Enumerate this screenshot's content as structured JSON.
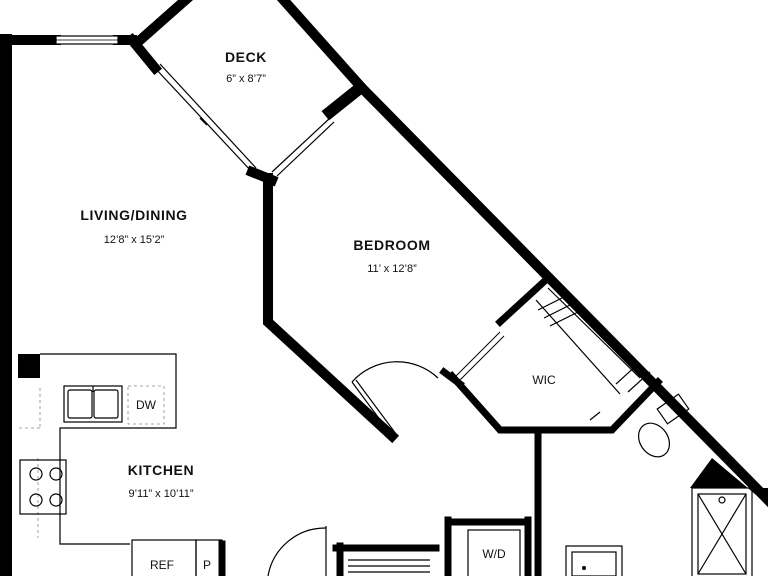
{
  "rooms": {
    "deck": {
      "name": "DECK",
      "dims": "6” x 8’7”"
    },
    "living": {
      "name": "LIVING/DINING",
      "dims": "12’8” x 15’2”"
    },
    "bedroom": {
      "name": "BEDROOM",
      "dims": "11’ x 12’8”"
    },
    "kitchen": {
      "name": "KITCHEN",
      "dims": "9’11” x 10’11”"
    },
    "wic": {
      "name": "WIC"
    }
  },
  "fixtures": {
    "dw": "DW",
    "ref": "REF",
    "pantry": "P",
    "wd": "W/D"
  }
}
